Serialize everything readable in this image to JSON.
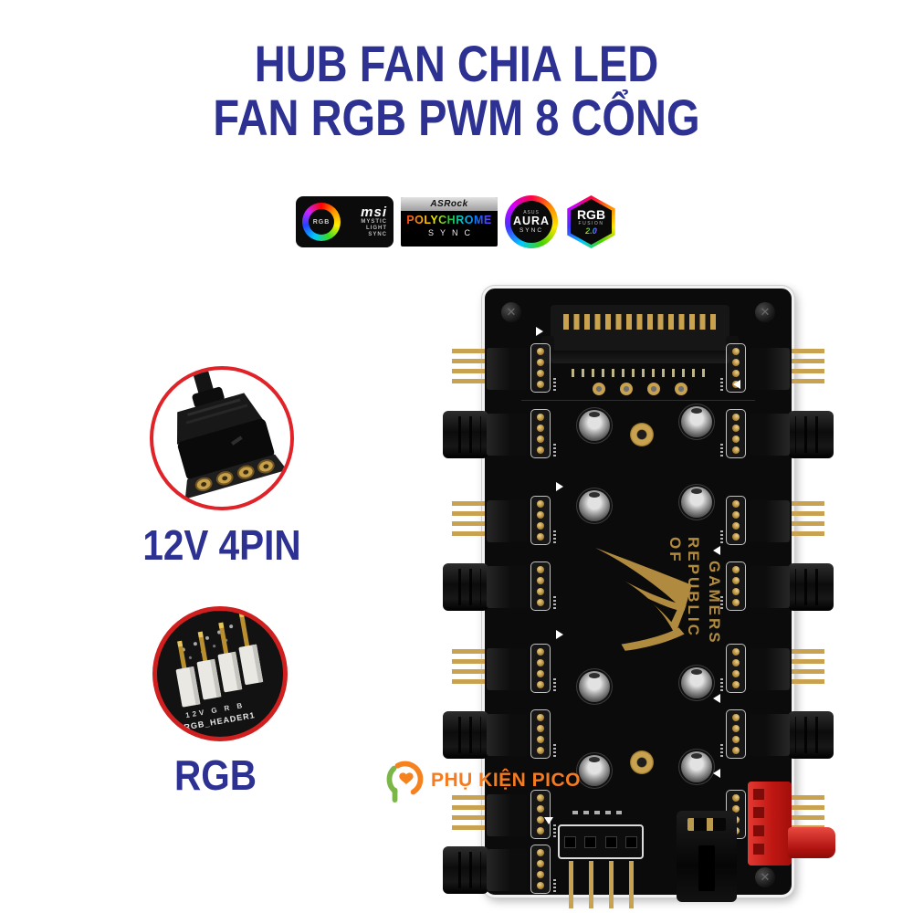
{
  "title": {
    "line1": "HUB FAN CHIA LED",
    "line2": "FAN RGB PWM 8 CỔNG"
  },
  "logos": {
    "msi": {
      "badge": "RGB",
      "brand": "msi",
      "line1": "MYSTIC",
      "line2": "LIGHT",
      "line3": "SYNC"
    },
    "asrock": {
      "brand": "ASRock",
      "name": "POLYCHROME",
      "sub": "SYNC"
    },
    "aura": {
      "brand": "ASUS",
      "name": "AURA",
      "sub": "SYNC"
    },
    "fusion": {
      "name": "RGB",
      "sub": "FUSION",
      "version": "2.0"
    }
  },
  "callouts": {
    "power": {
      "label": "12V 4PIN"
    },
    "rgb": {
      "label": "RGB",
      "pin_marks": "12V  G   R   B",
      "header_mark": "RGB_HEADER1"
    }
  },
  "board": {
    "brand_line1": "REPUBLIC OF",
    "brand_line2": "GAMERS"
  },
  "watermark": {
    "text": "PHỤ KIỆN PICO"
  },
  "colors": {
    "title_navy": "#2d3192",
    "ring_red": "#e02328",
    "watermark_orange": "#f47b20",
    "logo_green": "#76b94a",
    "rog_gold": "#b08a3e",
    "connector_red": "#c01712"
  }
}
